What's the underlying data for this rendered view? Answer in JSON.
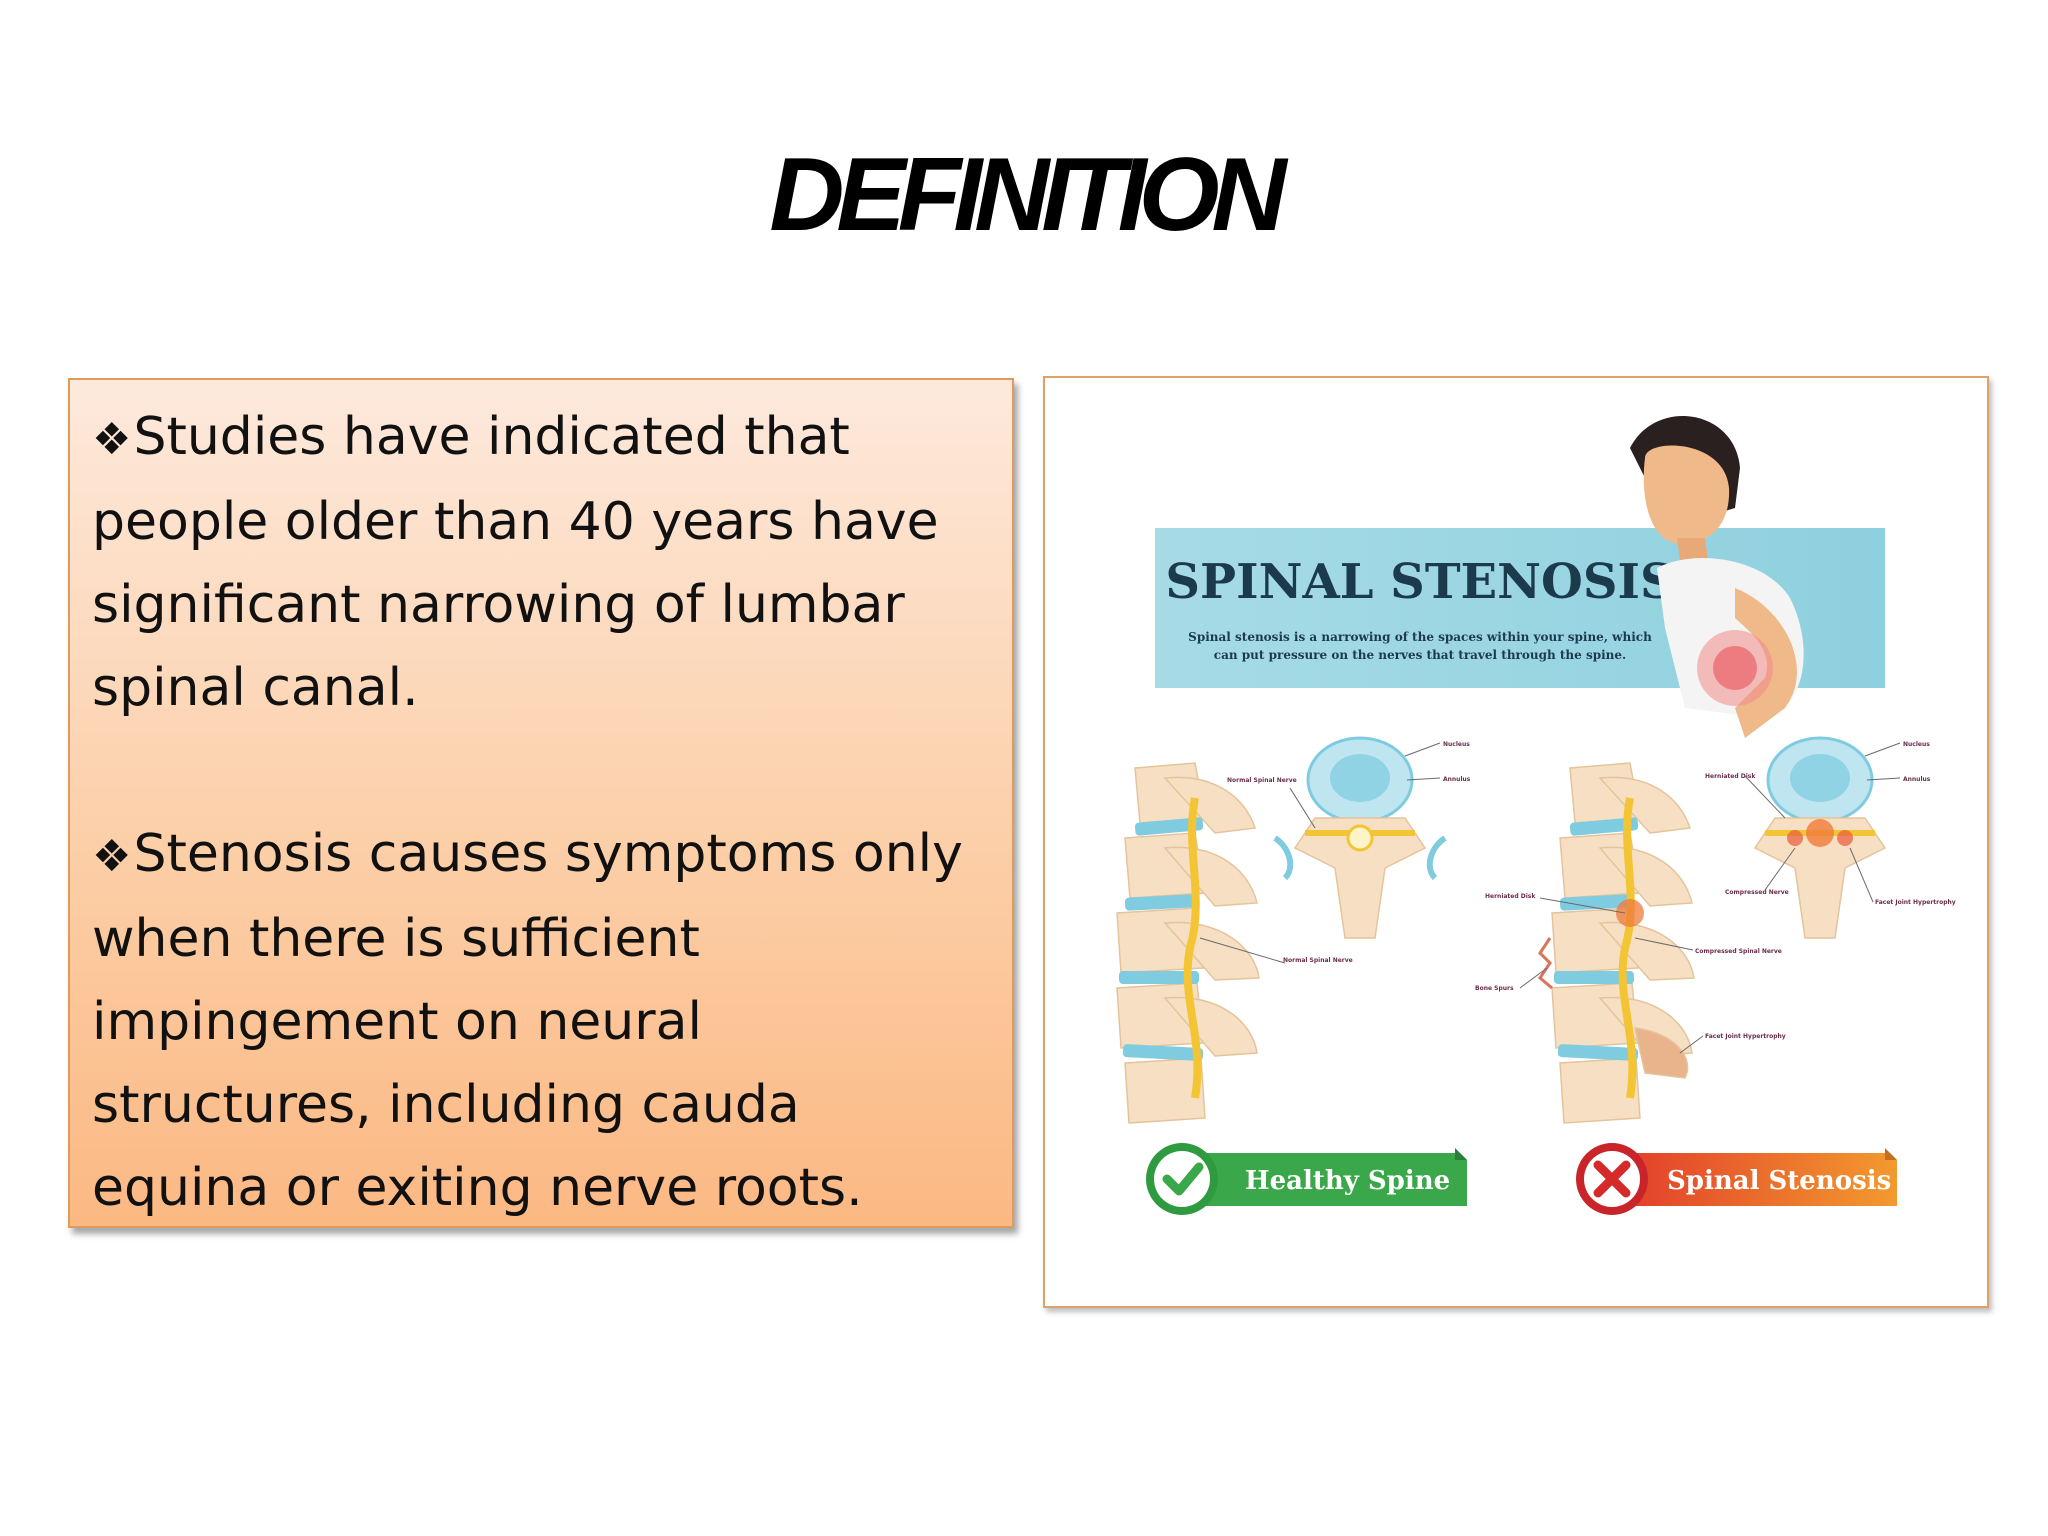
{
  "slide": {
    "title": "DEFINITION"
  },
  "text_box": {
    "bullet_icon": "four-diamond-bullet",
    "paragraphs": [
      "Studies have indicated that people older than 40 years have significant narrowing of lumbar spinal canal.",
      "Stenosis causes symptoms only when there is sufficient impingement on neural structures, including cauda equina or exiting nerve roots."
    ]
  },
  "illustration": {
    "banner_title": "SPINAL STENOSIS",
    "banner_subtitle": "Spinal stenosis is a narrowing of the spaces within your spine, which can put pressure on the nerves that travel through the spine.",
    "healthy_labels": {
      "nucleus": "Nucleus",
      "annulus": "Annulus",
      "normal_spinal_nerve_top": "Normal Spinal Nerve",
      "normal_spinal_nerve": "Normal Spinal Nerve"
    },
    "stenosis_labels": {
      "nucleus": "Nucleus",
      "annulus": "Annulus",
      "herniated_disk_top": "Herniated Disk",
      "herniated_disk": "Herniated Disk",
      "compressed_nerve": "Compressed Nerve",
      "facet_joint_hypertrophy_top": "Facet Joint Hypertrophy",
      "compressed_spinal_nerve": "Compressed Spinal Nerve",
      "bone_spurs": "Bone Spurs",
      "facet_joint_hypertrophy": "Facet Joint Hypertrophy"
    },
    "healthy_label": "Healthy Spine",
    "stenosis_label": "Spinal Stenosis",
    "colors": {
      "banner": "#9fd6e2",
      "healthy_green": "#3aa84a",
      "stenosis_red": "#e23a2a",
      "stenosis_orange": "#f29a2e",
      "disc_blue": "#7fcbe0",
      "nerve_yellow": "#f3c534",
      "bone": "#f6dfc2"
    }
  }
}
